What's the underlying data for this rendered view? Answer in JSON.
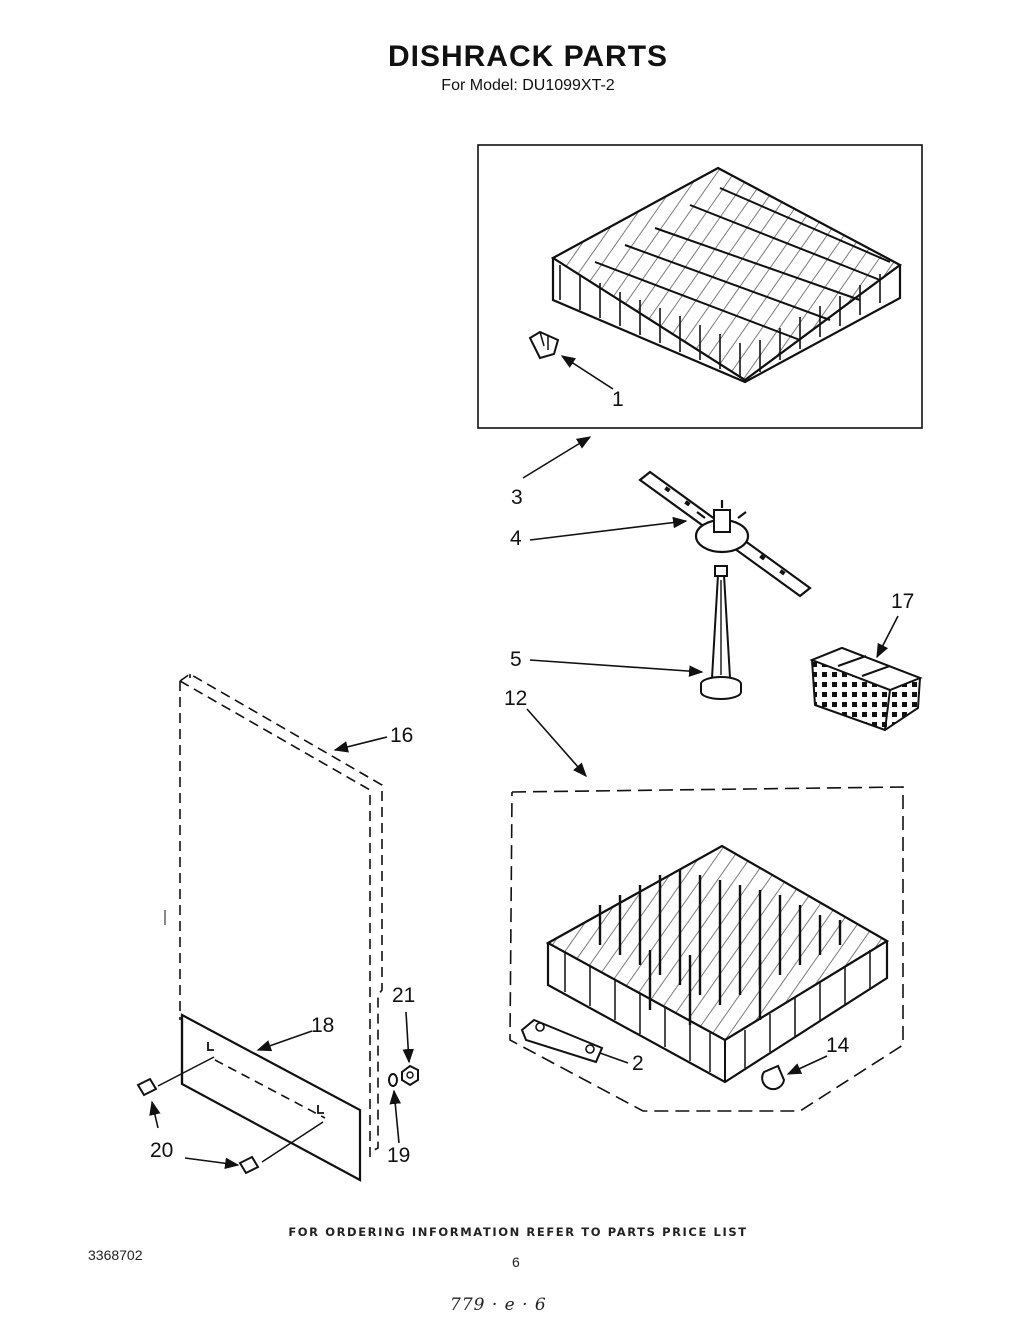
{
  "header": {
    "title": "DISHRACK PARTS",
    "model": "For Model: DU1099XT-2"
  },
  "callouts": {
    "c1": "1",
    "c2": "2",
    "c3": "3",
    "c4": "4",
    "c5": "5",
    "c12": "12",
    "c14": "14",
    "c16": "16",
    "c17": "17",
    "c18": "18",
    "c19": "19",
    "c20": "20",
    "c21": "21"
  },
  "footer": {
    "note": "FOR ORDERING INFORMATION REFER TO PARTS PRICE LIST",
    "doc_number": "3368702",
    "page_number": "6",
    "handwritten": "779 · e · 6"
  }
}
